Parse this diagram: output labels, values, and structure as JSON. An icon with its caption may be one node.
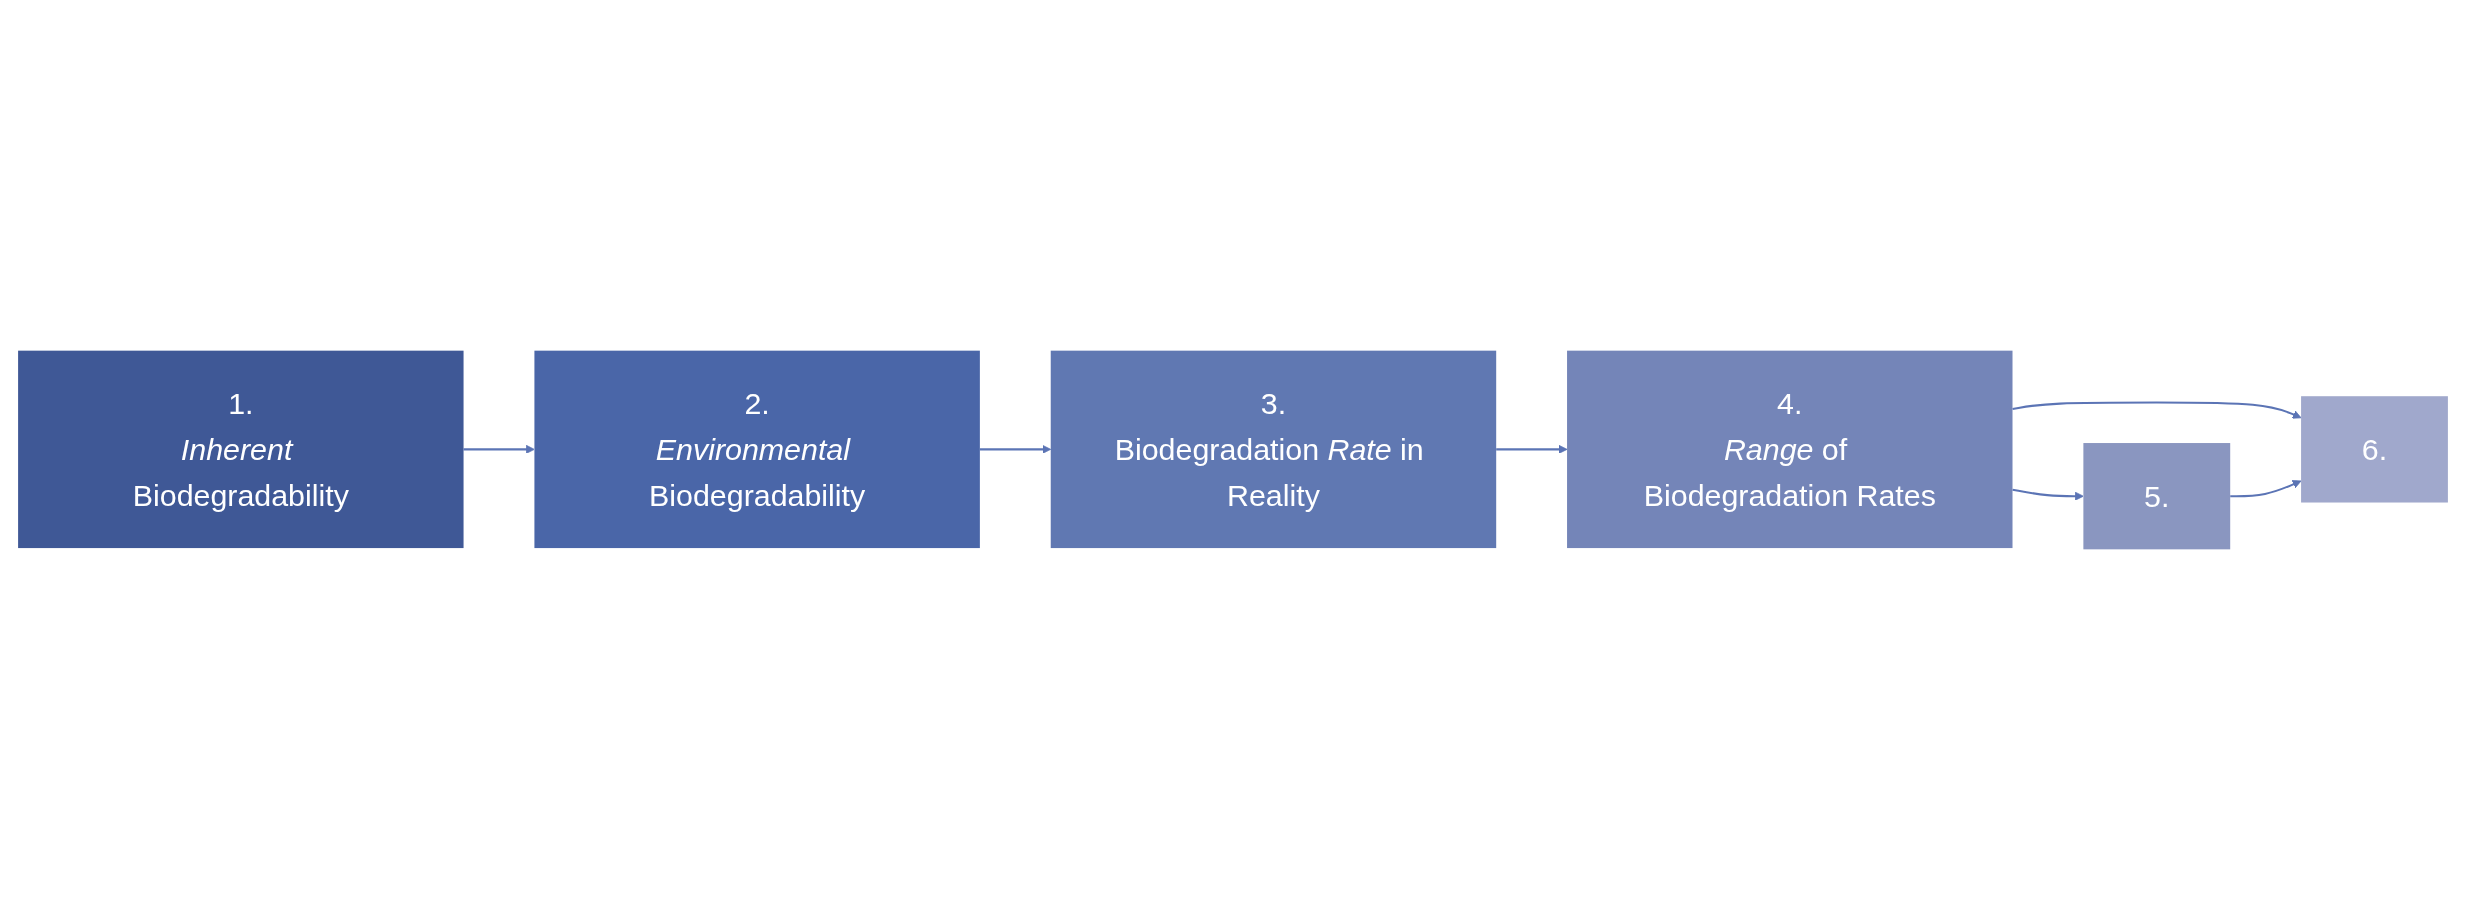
{
  "diagram": {
    "nodes": [
      {
        "text": [
          "1.",
          "*Inherent* Biodegradability"
        ]
      },
      {
        "text": [
          "2.",
          "*Environmental* Biodegradability"
        ]
      },
      {
        "text": [
          "3.",
          "Biodegradation *Rate* in Reality"
        ]
      },
      {
        "text": [
          "4.",
          "*Range* of Biodegradation Rates"
        ]
      },
      {
        "text": [
          "5."
        ]
      },
      {
        "text": [
          "6."
        ]
      }
    ],
    "edges": [
      {
        "from": 0,
        "to": 1,
        "arrow": "to"
      },
      {
        "from": 1,
        "to": 2,
        "arrow": "to"
      },
      {
        "from": 2,
        "to": 3,
        "arrow": "to"
      },
      {
        "from": 3,
        "to": 4,
        "arrow": "to"
      },
      {
        "from": 3,
        "to": 5,
        "arrow": "to"
      },
      {
        "from": 4,
        "to": 5,
        "arrow": "to"
      }
    ]
  }
}
